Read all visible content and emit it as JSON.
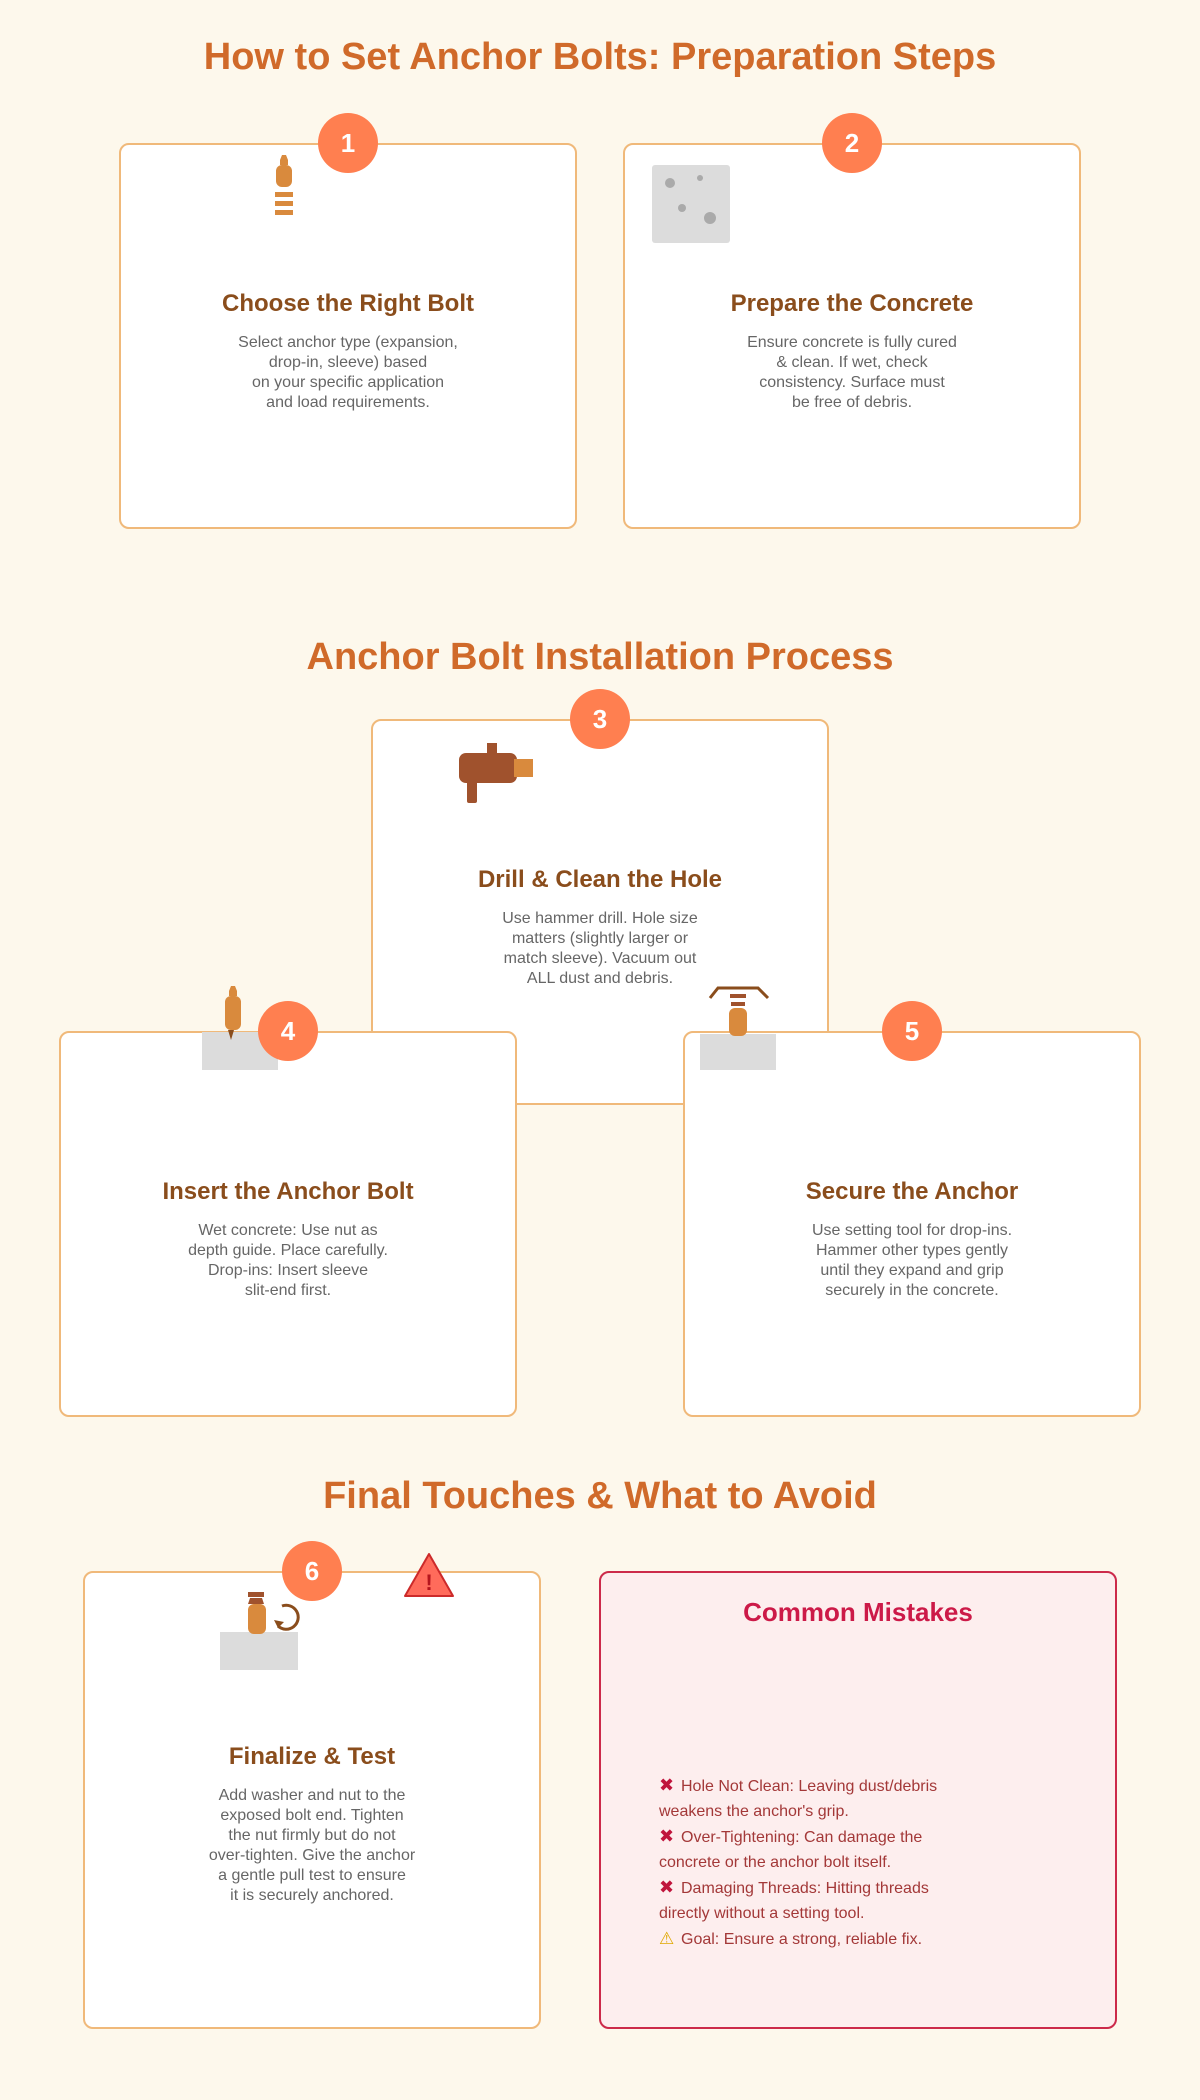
{
  "sections": {
    "prep_title": "How to Set Anchor Bolts: Preparation Steps",
    "install_title": "Anchor Bolt Installation Process",
    "final_title": "Final Touches & What to Avoid"
  },
  "steps": [
    {
      "number": "1",
      "title": "Choose the Right Bolt",
      "desc": [
        "Select anchor type (expansion,",
        "drop-in, sleeve) based",
        "on your specific application",
        "and load requirements."
      ],
      "icon": "anchor-bolt-icon"
    },
    {
      "number": "2",
      "title": "Prepare the Concrete",
      "desc": [
        "Ensure concrete is fully cured",
        "& clean. If wet, check",
        "consistency. Surface must",
        "be free of debris."
      ],
      "icon": "concrete-block-icon"
    },
    {
      "number": "3",
      "title": "Drill & Clean the Hole",
      "desc": [
        "Use hammer drill. Hole size",
        "matters (slightly larger or",
        "match sleeve). Vacuum out",
        "ALL dust and debris."
      ],
      "icon": "hammer-drill-icon"
    },
    {
      "number": "4",
      "title": "Insert the Anchor Bolt",
      "desc": [
        "Wet concrete: Use nut as",
        "depth guide. Place carefully.",
        "Drop-ins: Insert sleeve",
        "slit-end first."
      ],
      "icon": "bolt-in-concrete-icon"
    },
    {
      "number": "5",
      "title": "Secure the Anchor",
      "desc": [
        "Use setting tool for drop-ins.",
        "Hammer other types gently",
        "until they expand and grip",
        "securely in the concrete."
      ],
      "icon": "setting-tool-icon"
    },
    {
      "number": "6",
      "title": "Finalize & Test",
      "desc": [
        "Add washer and nut to the",
        "exposed bolt end. Tighten",
        "the nut firmly but do not",
        "over-tighten. Give the anchor",
        "a gentle pull test to ensure",
        "it is securely anchored."
      ],
      "icon": "tighten-nut-icon"
    }
  ],
  "warning_icon": {
    "glyph": "!"
  },
  "mistakes": {
    "title": "Common Mistakes",
    "items": [
      {
        "mark": "✖",
        "text": "Hole Not Clean: Leaving dust/debris weakens the anchor's grip."
      },
      {
        "mark": "✖",
        "text": "Over-Tightening: Can damage the concrete or the anchor bolt itself."
      },
      {
        "mark": "✖",
        "text": "Damaging Threads: Hitting threads directly without a setting tool."
      },
      {
        "mark": "⚠",
        "text": "Goal: Ensure a strong, reliable fix."
      }
    ]
  },
  "colors": {
    "background": "#fdf8ec",
    "accent": "#ff7f50",
    "heading": "#d06a2a",
    "card_title": "#8a4d1c",
    "card_border": "#f0b97a",
    "mistake_red": "#cc1a48"
  }
}
